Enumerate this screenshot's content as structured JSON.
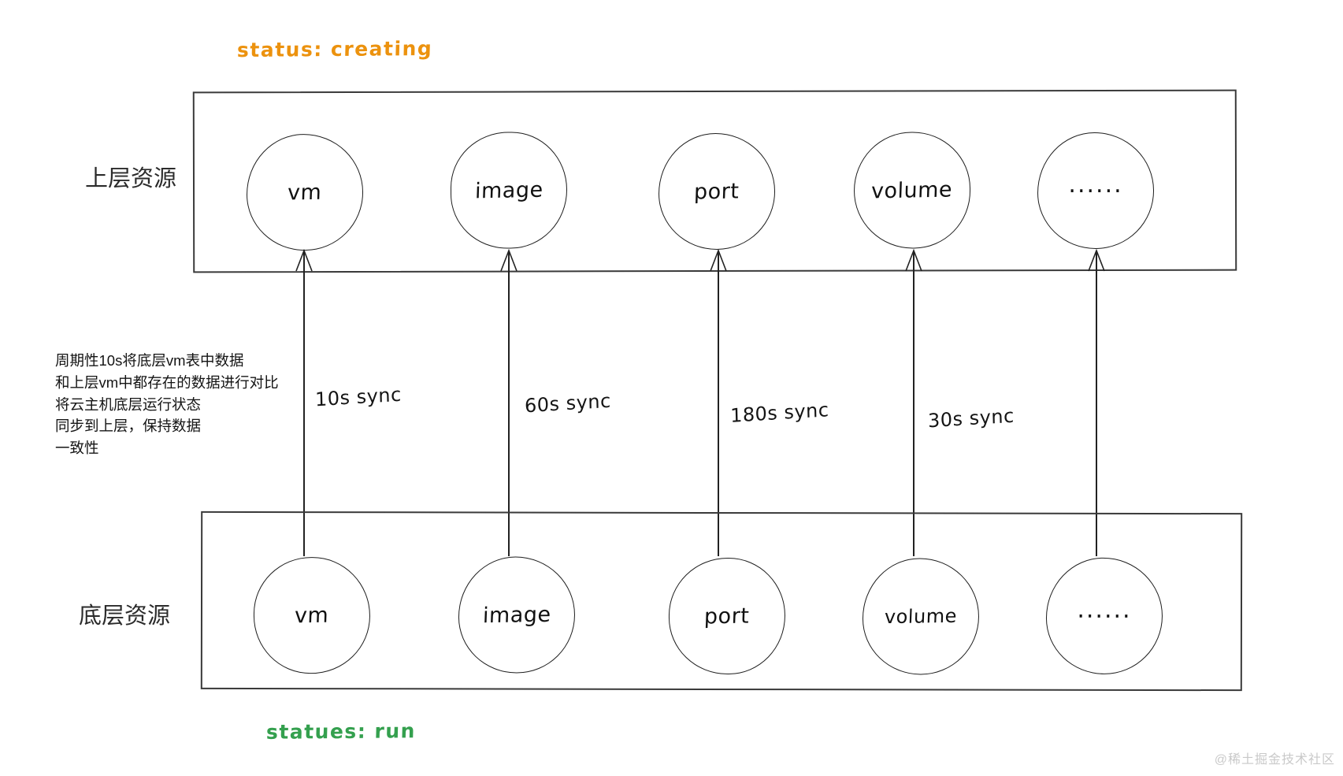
{
  "page": {
    "background_color": "#ffffff",
    "stroke_color": "#2a2a2a",
    "watermark": "@稀土掘金技术社区"
  },
  "status_top": {
    "text": "status: creating",
    "color": "#ec920e"
  },
  "status_bottom": {
    "text": "statues: run",
    "color": "#34a04e"
  },
  "top_box": {
    "label": "上层资源",
    "nodes": [
      {
        "label": "vm"
      },
      {
        "label": "image"
      },
      {
        "label": "port"
      },
      {
        "label": "volume"
      },
      {
        "label": "......"
      }
    ]
  },
  "bottom_box": {
    "label": "底层资源",
    "nodes": [
      {
        "label": "vm"
      },
      {
        "label": "image"
      },
      {
        "label": "port"
      },
      {
        "label": "volume"
      },
      {
        "label": "......"
      }
    ]
  },
  "arrows": [
    {
      "from": "vm",
      "to": "vm",
      "label": "10s sync"
    },
    {
      "from": "image",
      "to": "image",
      "label": "60s sync"
    },
    {
      "from": "port",
      "to": "port",
      "label": "180s sync"
    },
    {
      "from": "volume",
      "to": "volume",
      "label": "30s sync"
    },
    {
      "from": "......",
      "to": "......",
      "label": ""
    }
  ],
  "note": {
    "lines": [
      "周期性10s将底层vm表中数据",
      "和上层vm中都存在的数据进行对比",
      "将云主机底层运行状态",
      "同步到上层，保持数据",
      "一致性"
    ]
  }
}
